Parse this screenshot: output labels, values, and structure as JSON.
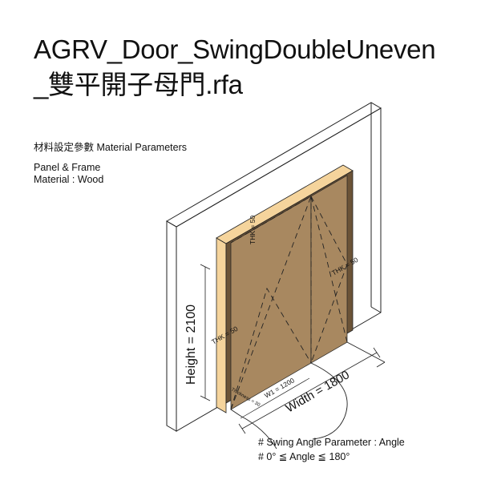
{
  "title": {
    "line1": "AGRV_Door_SwingDoubleUneven",
    "line2": "_雙平開子母門.rfa"
  },
  "parameters": {
    "heading": "材料設定參數 Material Parameters",
    "panel_frame": "Panel & Frame",
    "material": "Material : Wood"
  },
  "dimensions": {
    "height": "Height = 2100",
    "width": "Width = 1800",
    "w1": "W1 = 1200",
    "thickness": "Thickness = 30",
    "thk_top": "THK = 50",
    "thk_right": "THK = 50",
    "thk_left": "THK = 50"
  },
  "notes": {
    "swing": "# Swing Angle Parameter :  Angle",
    "range": "# 0° ≦ Angle ≦ 180°"
  },
  "colors": {
    "panel": "#a88860",
    "frame_side": "#f5d49c",
    "frame_dark": "#6b5337"
  }
}
